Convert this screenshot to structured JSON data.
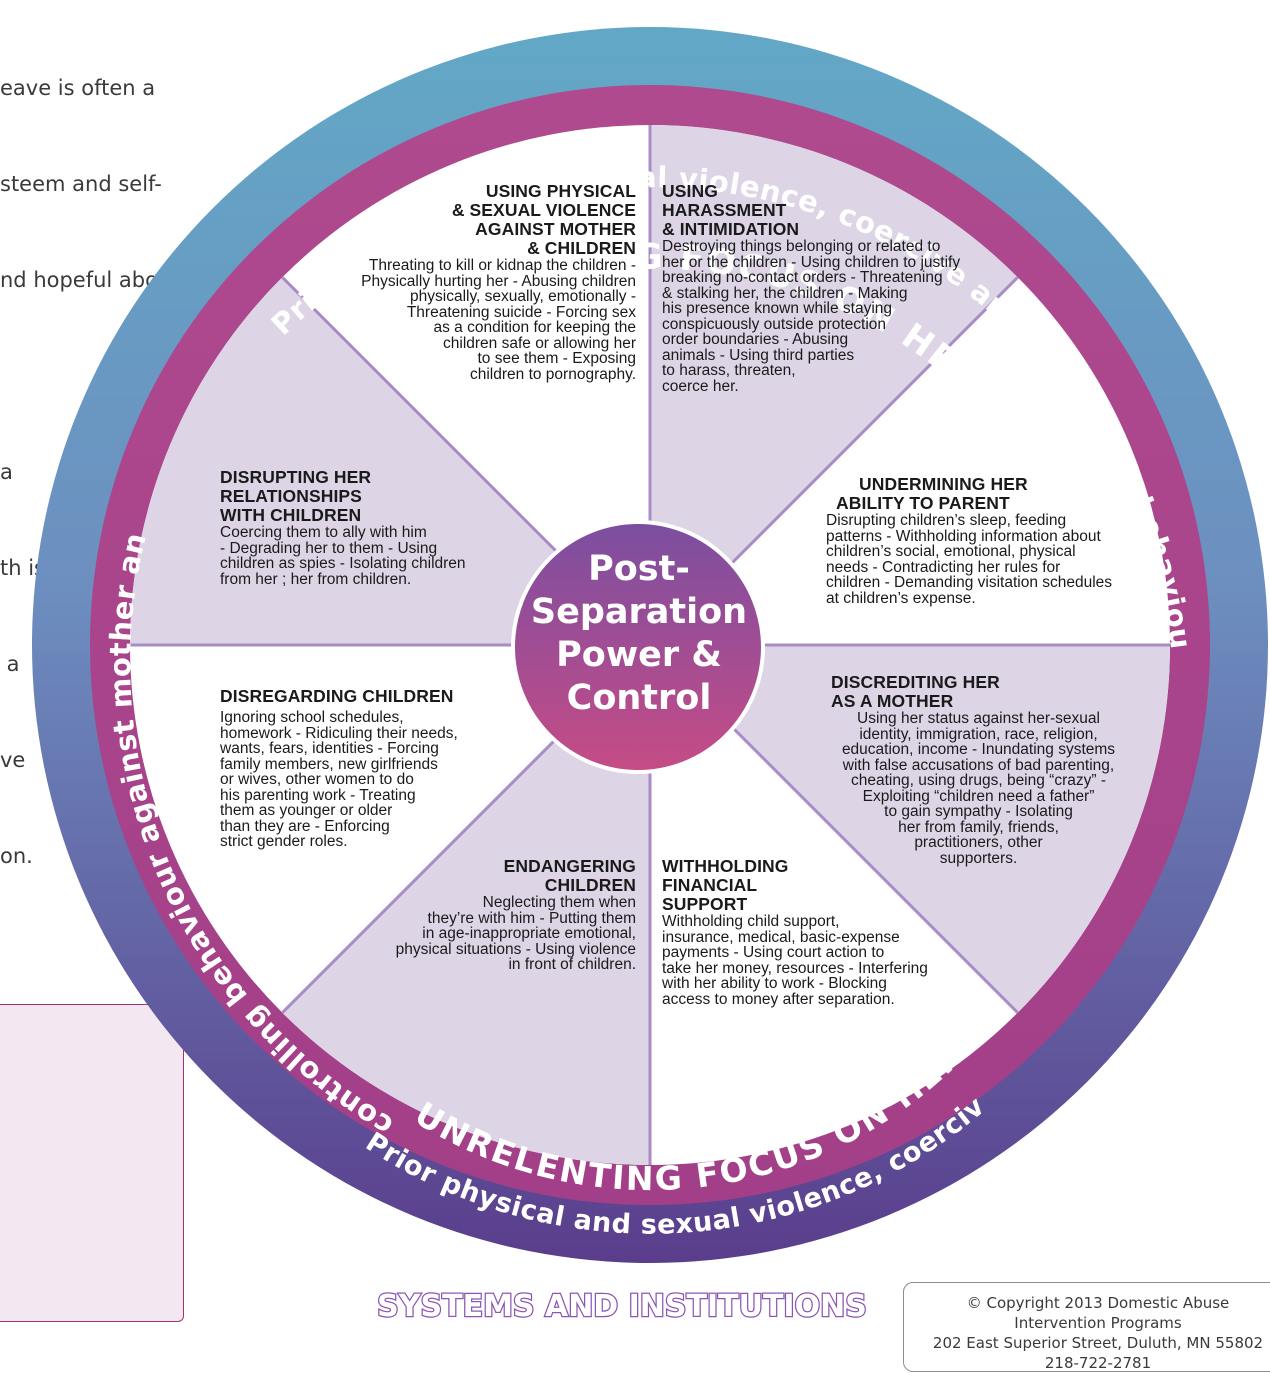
{
  "intro_lines": [
    "eave is often a",
    "steem and self-",
    "nd hopeful about",
    "",
    "a",
    "th is it",
    " a",
    "ve",
    "on."
  ],
  "outer_ring": {
    "top_text": "Prior physical and sexual violence, coercive and controlling behaviour against mother and child(ren)",
    "left_text": "controlling behaviour against mother and child(ren)",
    "bottom_text": "Prior physical and sexual violence, coercive and"
  },
  "inner_ring": {
    "top_text": "UNRELENTING FOCUS ON HER",
    "bottom_text": "UNRELENTING FOCUS ON HER"
  },
  "center": {
    "lines": [
      "Post-",
      "Separation",
      "Power &",
      "Control"
    ]
  },
  "sections": [
    {
      "title_lines": [
        "USING PHYSICAL",
        "& SEXUAL VIOLENCE",
        "AGAINST MOTHER",
        "& CHILDREN"
      ],
      "body_lines": [
        "Threating to kill or kidnap the children -",
        "Physically hurting her - Abusing children",
        "physically, sexually, emotionally -",
        "Threatening suicide - Forcing sex",
        "as a condition for keeping the",
        "children safe or allowing her",
        "to see them - Exposing",
        "children to pornography."
      ]
    },
    {
      "title_lines": [
        "USING",
        "HARASSMENT",
        "& INTIMIDATION"
      ],
      "body_lines": [
        "Destroying things belonging or related to",
        "her or the children - Using children to justify",
        "breaking no-contact orders - Threatening",
        "& stalking her, the children - Making",
        "his presence known while staying",
        "conspicuously outside protection",
        "order boundaries - Abusing",
        "animals - Using third parties",
        "to harass, threaten,",
        "coerce her."
      ]
    },
    {
      "title_lines": [
        "UNDERMINING HER",
        "ABILITY TO PARENT"
      ],
      "body_lines": [
        "Disrupting children’s sleep, feeding",
        "patterns - Withholding information about",
        "children’s social, emotional, physical",
        "needs - Contradicting her rules for",
        "children - Demanding visitation schedules",
        "at children’s expense."
      ]
    },
    {
      "title_lines": [
        "DISCREDITING HER",
        "AS A MOTHER"
      ],
      "body_lines": [
        "Using her status against her-sexual",
        "identity, immigration, race, religion,",
        "education, income - Inundating systems",
        "with false accusations of bad parenting,",
        "cheating, using drugs, being “crazy” -",
        "Exploiting “children need a father”",
        "to gain sympathy - Isolating",
        "her from family, friends,",
        "practitioners, other",
        "supporters."
      ]
    },
    {
      "title_lines": [
        "WITHHOLDING",
        "FINANCIAL",
        "SUPPORT"
      ],
      "body_lines": [
        "Withholding child support,",
        "insurance, medical, basic-expense",
        "payments - Using court action to",
        "take her money, resources - Interfering",
        "with her ability to work - Blocking",
        "access to money after separation."
      ]
    },
    {
      "title_lines": [
        "ENDANGERING",
        "CHILDREN"
      ],
      "body_lines": [
        "Neglecting them when",
        "they’re with him - Putting them",
        "in age-inappropriate emotional,",
        "physical situations - Using violence",
        "in front of children."
      ]
    },
    {
      "title_lines": [
        "DISREGARDING CHILDREN"
      ],
      "body_lines": [
        "Ignoring school schedules,",
        "homework - Ridiculing their needs,",
        "wants, fears, identities - Forcing",
        "family members, new girlfriends",
        "or wives, other women to do",
        "his parenting work - Treating",
        "them as younger or older",
        "than they are - Enforcing",
        "strict gender roles."
      ]
    },
    {
      "title_lines": [
        "DISRUPTING HER",
        "RELATIONSHIPS",
        "WITH CHILDREN"
      ],
      "body_lines": [
        "Coercing them to ally with him",
        "- Degrading her to them - Using",
        "children as spies - Isolating children",
        "from her ; her from children."
      ]
    }
  ],
  "footer": {
    "systems_label": "SYSTEMS AND INSTITUTIONS",
    "copyright_lines": [
      "© Copyright 2013 Domestic Abuse",
      "Intervention Programs",
      "202 East Superior Street, Duluth, MN 55802",
      "218-722-2781"
    ]
  },
  "colors": {
    "outer_ring_top": "#5fa3c4",
    "outer_ring_bottom": "#5b3f8e",
    "inner_ring": "#a8478e",
    "segment_light": "#ddd5e6",
    "segment_white": "#ffffff",
    "center_top": "#7a4f9e",
    "center_bottom": "#c04b86",
    "systems_label": "#8a56b3"
  }
}
